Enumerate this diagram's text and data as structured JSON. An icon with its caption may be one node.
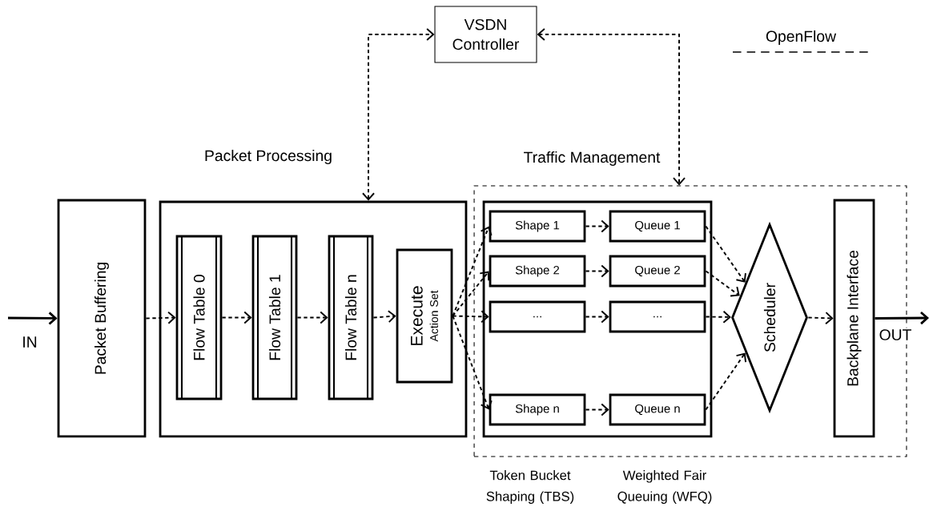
{
  "diagram": {
    "nodes": [
      {
        "text": [
          "VSDN Controller"
        ]
      },
      {
        "text": [
          "Packet Processing"
        ]
      },
      {
        "text": [
          "Traffic Management"
        ]
      },
      {
        "text": [
          "Packet Buffering"
        ]
      },
      {
        "text": [
          "Flow Table 0"
        ],
        "in": 1
      },
      {
        "text": [
          "Flow Table  1"
        ],
        "in": 1
      },
      {
        "text": [
          "Flow Table n"
        ],
        "in": 1
      },
      {
        "text": [
          "Execute",
          "Action Set"
        ],
        "in": 1
      },
      {
        "text": [],
        "shape": "box",
        "in": 2
      },
      {
        "text": [
          "Shape 1"
        ],
        "in": 8
      },
      {
        "text": [
          "Queue 1"
        ],
        "in": 8
      },
      {
        "text": [
          "Shape 2"
        ],
        "in": 8
      },
      {
        "text": [
          "Queue 2"
        ],
        "in": 8
      },
      {
        "text": [
          "..."
        ],
        "in": 8
      },
      {
        "text": [
          "..."
        ],
        "in": 8
      },
      {
        "text": [
          "Shape n"
        ],
        "in": 8
      },
      {
        "text": [
          "Queue n"
        ],
        "in": 8
      },
      {
        "text": [
          "Scheduler"
        ],
        "in": 2
      },
      {
        "text": [
          "Backplane Interface"
        ],
        "in": 2
      }
    ],
    "edges": [
      {
        "from": 1,
        "to": 0,
        "arrow": "both",
        "style": "dashed"
      },
      {
        "from": 0,
        "to": 2,
        "arrow": "both",
        "style": "dashed"
      },
      {
        "from": null,
        "to": 3,
        "arrow": "to",
        "label": "IN"
      },
      {
        "from": 3,
        "to": 4,
        "arrow": "to",
        "style": "dashed"
      },
      {
        "from": 4,
        "to": 5,
        "arrow": "to",
        "style": "dashed"
      },
      {
        "from": 5,
        "to": 6,
        "arrow": "to",
        "style": "dashed"
      },
      {
        "from": 6,
        "to": 7,
        "arrow": "to",
        "style": "dashed"
      },
      {
        "from": 7,
        "to": 9,
        "arrow": "to",
        "style": "dashed"
      },
      {
        "from": 7,
        "to": 11,
        "arrow": "to",
        "style": "dashed"
      },
      {
        "from": 7,
        "to": 13,
        "arrow": "to",
        "style": "dashed"
      },
      {
        "from": 7,
        "to": 15,
        "arrow": "to",
        "style": "dashed"
      },
      {
        "from": 9,
        "to": 10,
        "arrow": "to",
        "style": "dashed"
      },
      {
        "from": 11,
        "to": 12,
        "arrow": "to",
        "style": "dashed"
      },
      {
        "from": 13,
        "to": 14,
        "arrow": "to",
        "style": "dashed"
      },
      {
        "from": 15,
        "to": 16,
        "arrow": "to",
        "style": "dashed"
      },
      {
        "from": 10,
        "to": 17,
        "arrow": "to",
        "style": "dashed"
      },
      {
        "from": 12,
        "to": 17,
        "arrow": "to",
        "style": "dashed"
      },
      {
        "from": 14,
        "to": 17,
        "arrow": "to",
        "style": "dashed"
      },
      {
        "from": 16,
        "to": 17,
        "arrow": "to",
        "style": "dashed"
      },
      {
        "from": 17,
        "to": 18,
        "arrow": "to",
        "style": "dashed"
      },
      {
        "from": 18,
        "to": null,
        "arrow": "to",
        "label": "OUT"
      }
    ],
    "labels": [
      "Token Bucket Shaping (TBS)",
      "Weighted Fair Queuing (WFQ)"
    ],
    "legend": [
      {
        "text": "OpenFlow"
      }
    ]
  }
}
